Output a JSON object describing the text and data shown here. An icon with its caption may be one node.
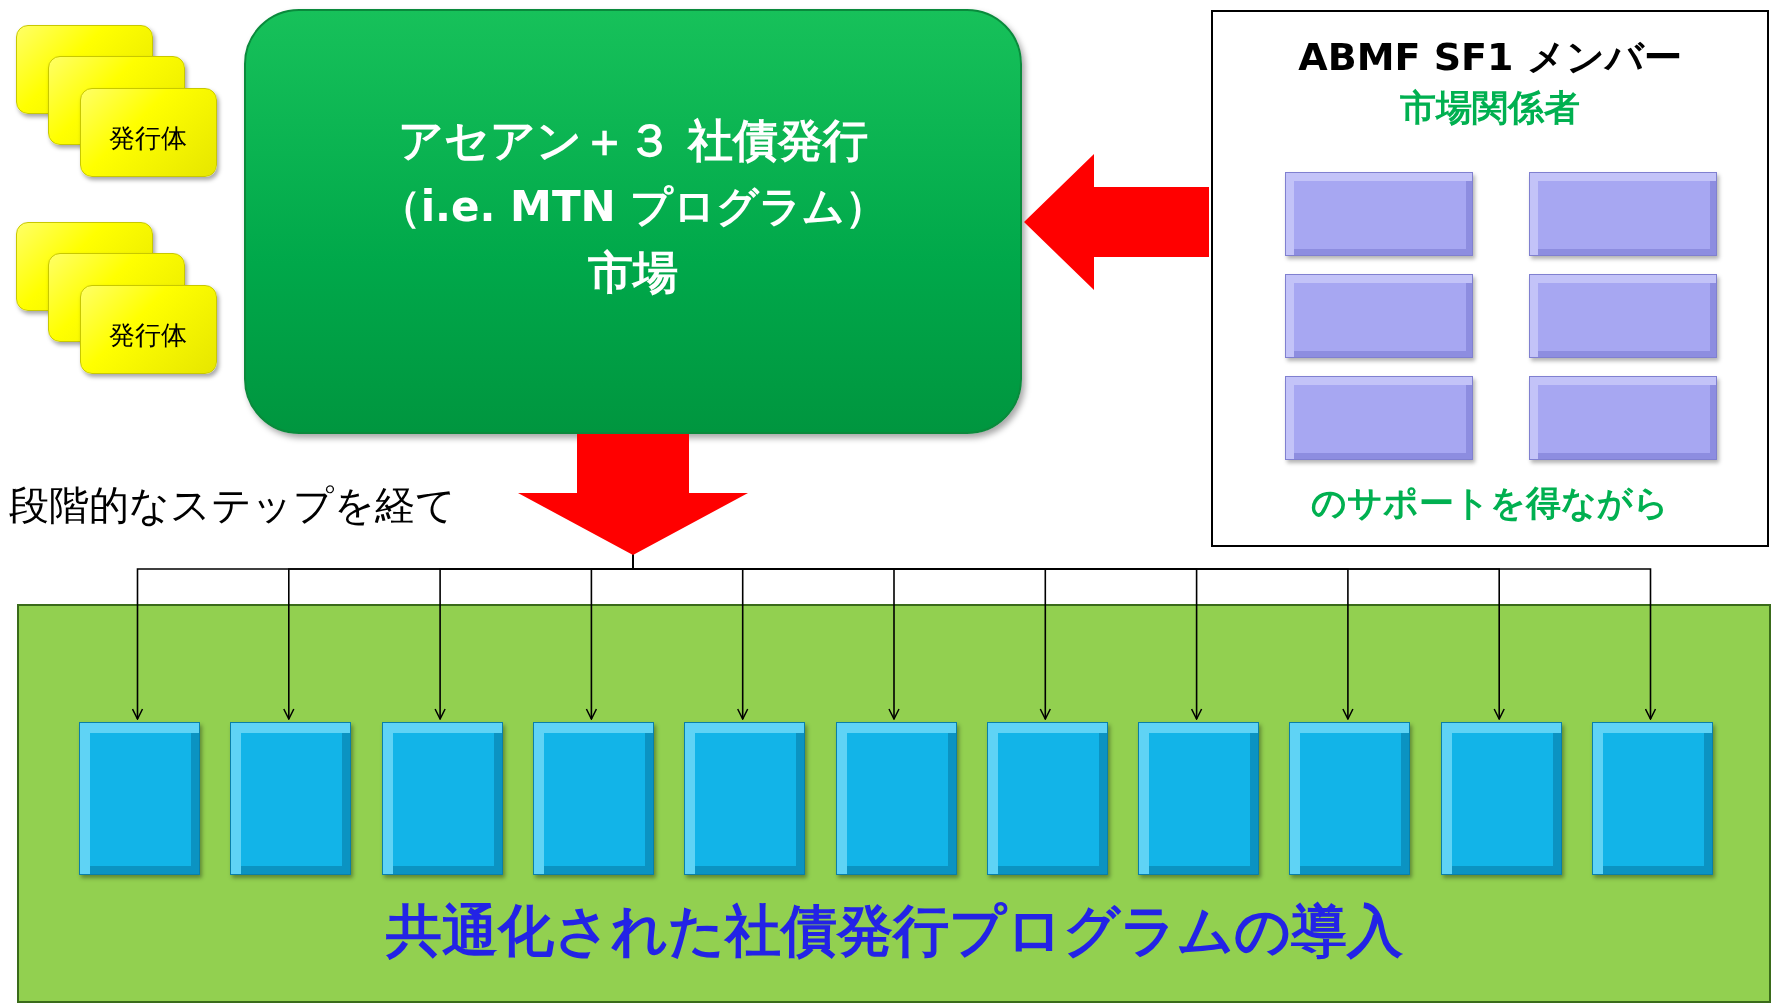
{
  "diagram": {
    "nodes": [
      {
        "text": [
          "発行体"
        ]
      },
      {
        "text": [
          "発行体"
        ]
      },
      {
        "text": [
          "アセアン＋３ 社債発行",
          "（i.e. MTN プログラム）",
          "市場"
        ]
      },
      {
        "text": [
          "ABMF SF1 メンバー",
          "市場関係者",
          "のサポートを得ながら"
        ]
      },
      {
        "text": [],
        "shape": "box",
        "in": 3
      },
      {
        "text": [],
        "shape": "box",
        "in": 3
      },
      {
        "text": [],
        "shape": "box",
        "in": 3
      },
      {
        "text": [],
        "shape": "box",
        "in": 3
      },
      {
        "text": [],
        "shape": "box",
        "in": 3
      },
      {
        "text": [],
        "shape": "box",
        "in": 3
      },
      {
        "text": [
          "共通化された社債発行プログラムの導入"
        ]
      },
      {
        "text": [],
        "shape": "box",
        "in": 10
      },
      {
        "text": [],
        "shape": "box",
        "in": 10
      },
      {
        "text": [],
        "shape": "box",
        "in": 10
      },
      {
        "text": [],
        "shape": "box",
        "in": 10
      },
      {
        "text": [],
        "shape": "box",
        "in": 10
      },
      {
        "text": [],
        "shape": "box",
        "in": 10
      },
      {
        "text": [],
        "shape": "box",
        "in": 10
      },
      {
        "text": [],
        "shape": "box",
        "in": 10
      },
      {
        "text": [],
        "shape": "box",
        "in": 10
      },
      {
        "text": [],
        "shape": "box",
        "in": 10
      },
      {
        "text": [],
        "shape": "box",
        "in": 10
      }
    ],
    "edges": [
      {
        "from": 3,
        "to": 2,
        "arrow": "to",
        "style": "thick",
        "color": "#ff0000"
      },
      {
        "from": 2,
        "to": 11,
        "arrow": "to"
      },
      {
        "from": 2,
        "to": 12,
        "arrow": "to"
      },
      {
        "from": 2,
        "to": 13,
        "arrow": "to"
      },
      {
        "from": 2,
        "to": 14,
        "arrow": "to"
      },
      {
        "from": 2,
        "to": 15,
        "arrow": "to"
      },
      {
        "from": 2,
        "to": 16,
        "arrow": "to"
      },
      {
        "from": 2,
        "to": 17,
        "arrow": "to"
      },
      {
        "from": 2,
        "to": 18,
        "arrow": "to"
      },
      {
        "from": 2,
        "to": 19,
        "arrow": "to"
      },
      {
        "from": 2,
        "to": 20,
        "arrow": "to"
      },
      {
        "from": 2,
        "to": 21,
        "arrow": "to"
      }
    ],
    "labels": [
      "段階的なステップを経て"
    ]
  }
}
